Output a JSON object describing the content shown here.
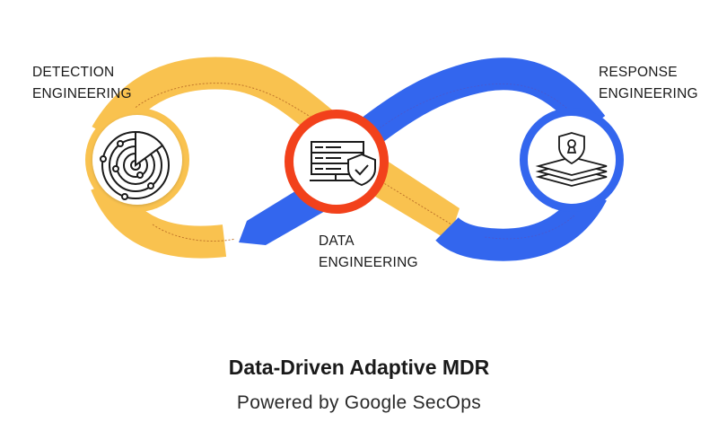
{
  "diagram": {
    "nodes": [
      {
        "id": "detection",
        "label_line1": "DETECTION",
        "label_line2": "ENGINEERING",
        "icon": "radar-icon",
        "ring_color": "#F9C24F"
      },
      {
        "id": "data",
        "label_line1": "DATA",
        "label_line2": "ENGINEERING",
        "icon": "server-shield-icon",
        "ring_color": "#F2411B"
      },
      {
        "id": "response",
        "label_line1": "RESPONSE",
        "label_line2": "ENGINEERING",
        "icon": "shield-lock-layers-icon",
        "ring_color": "#3366EE"
      }
    ],
    "loop_colors": {
      "left": "#F9C24F",
      "right": "#3366EE",
      "center": "#F2411B",
      "dash": "#C0752A"
    }
  },
  "footer": {
    "title": "Data-Driven Adaptive MDR",
    "subtitle": "Powered by Google SecOps"
  }
}
